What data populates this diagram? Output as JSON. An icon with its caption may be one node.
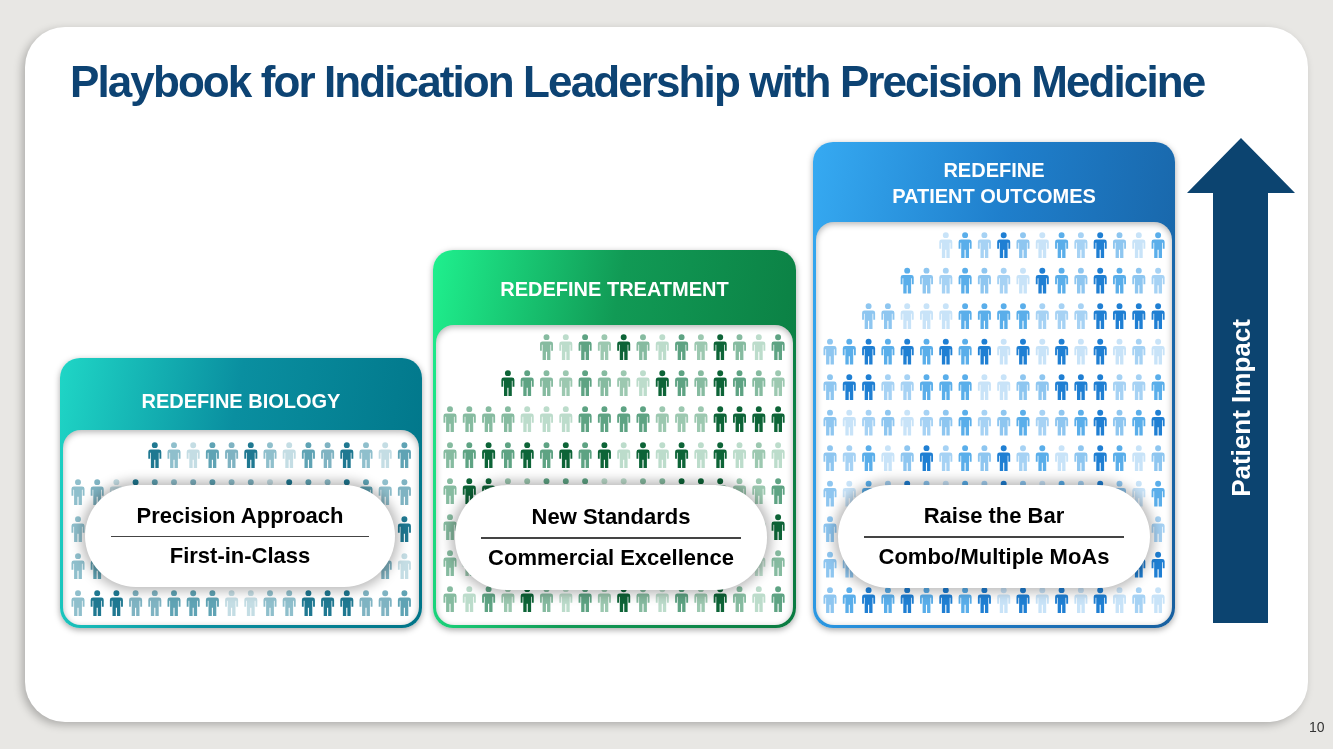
{
  "diagram": {
    "title": "Playbook for Indication Leadership with Precision Medicine",
    "nodes": [
      {
        "text": [
          "REDEFINE BIOLOGY"
        ]
      },
      {
        "text": [
          "Precision Approach",
          "First-in-Class"
        ],
        "in": 0
      },
      {
        "text": [
          "REDEFINE TREATMENT"
        ]
      },
      {
        "text": [
          "New Standards",
          "Commercial Excellence"
        ],
        "in": 2
      },
      {
        "text": [
          "REDEFINE PATIENT OUTCOMES"
        ]
      },
      {
        "text": [
          "Raise the Bar",
          "Combo/Multiple MoAs"
        ],
        "in": 4
      },
      {
        "text": [
          "Patient Impact"
        ]
      }
    ],
    "labels": [
      "10"
    ]
  }
}
